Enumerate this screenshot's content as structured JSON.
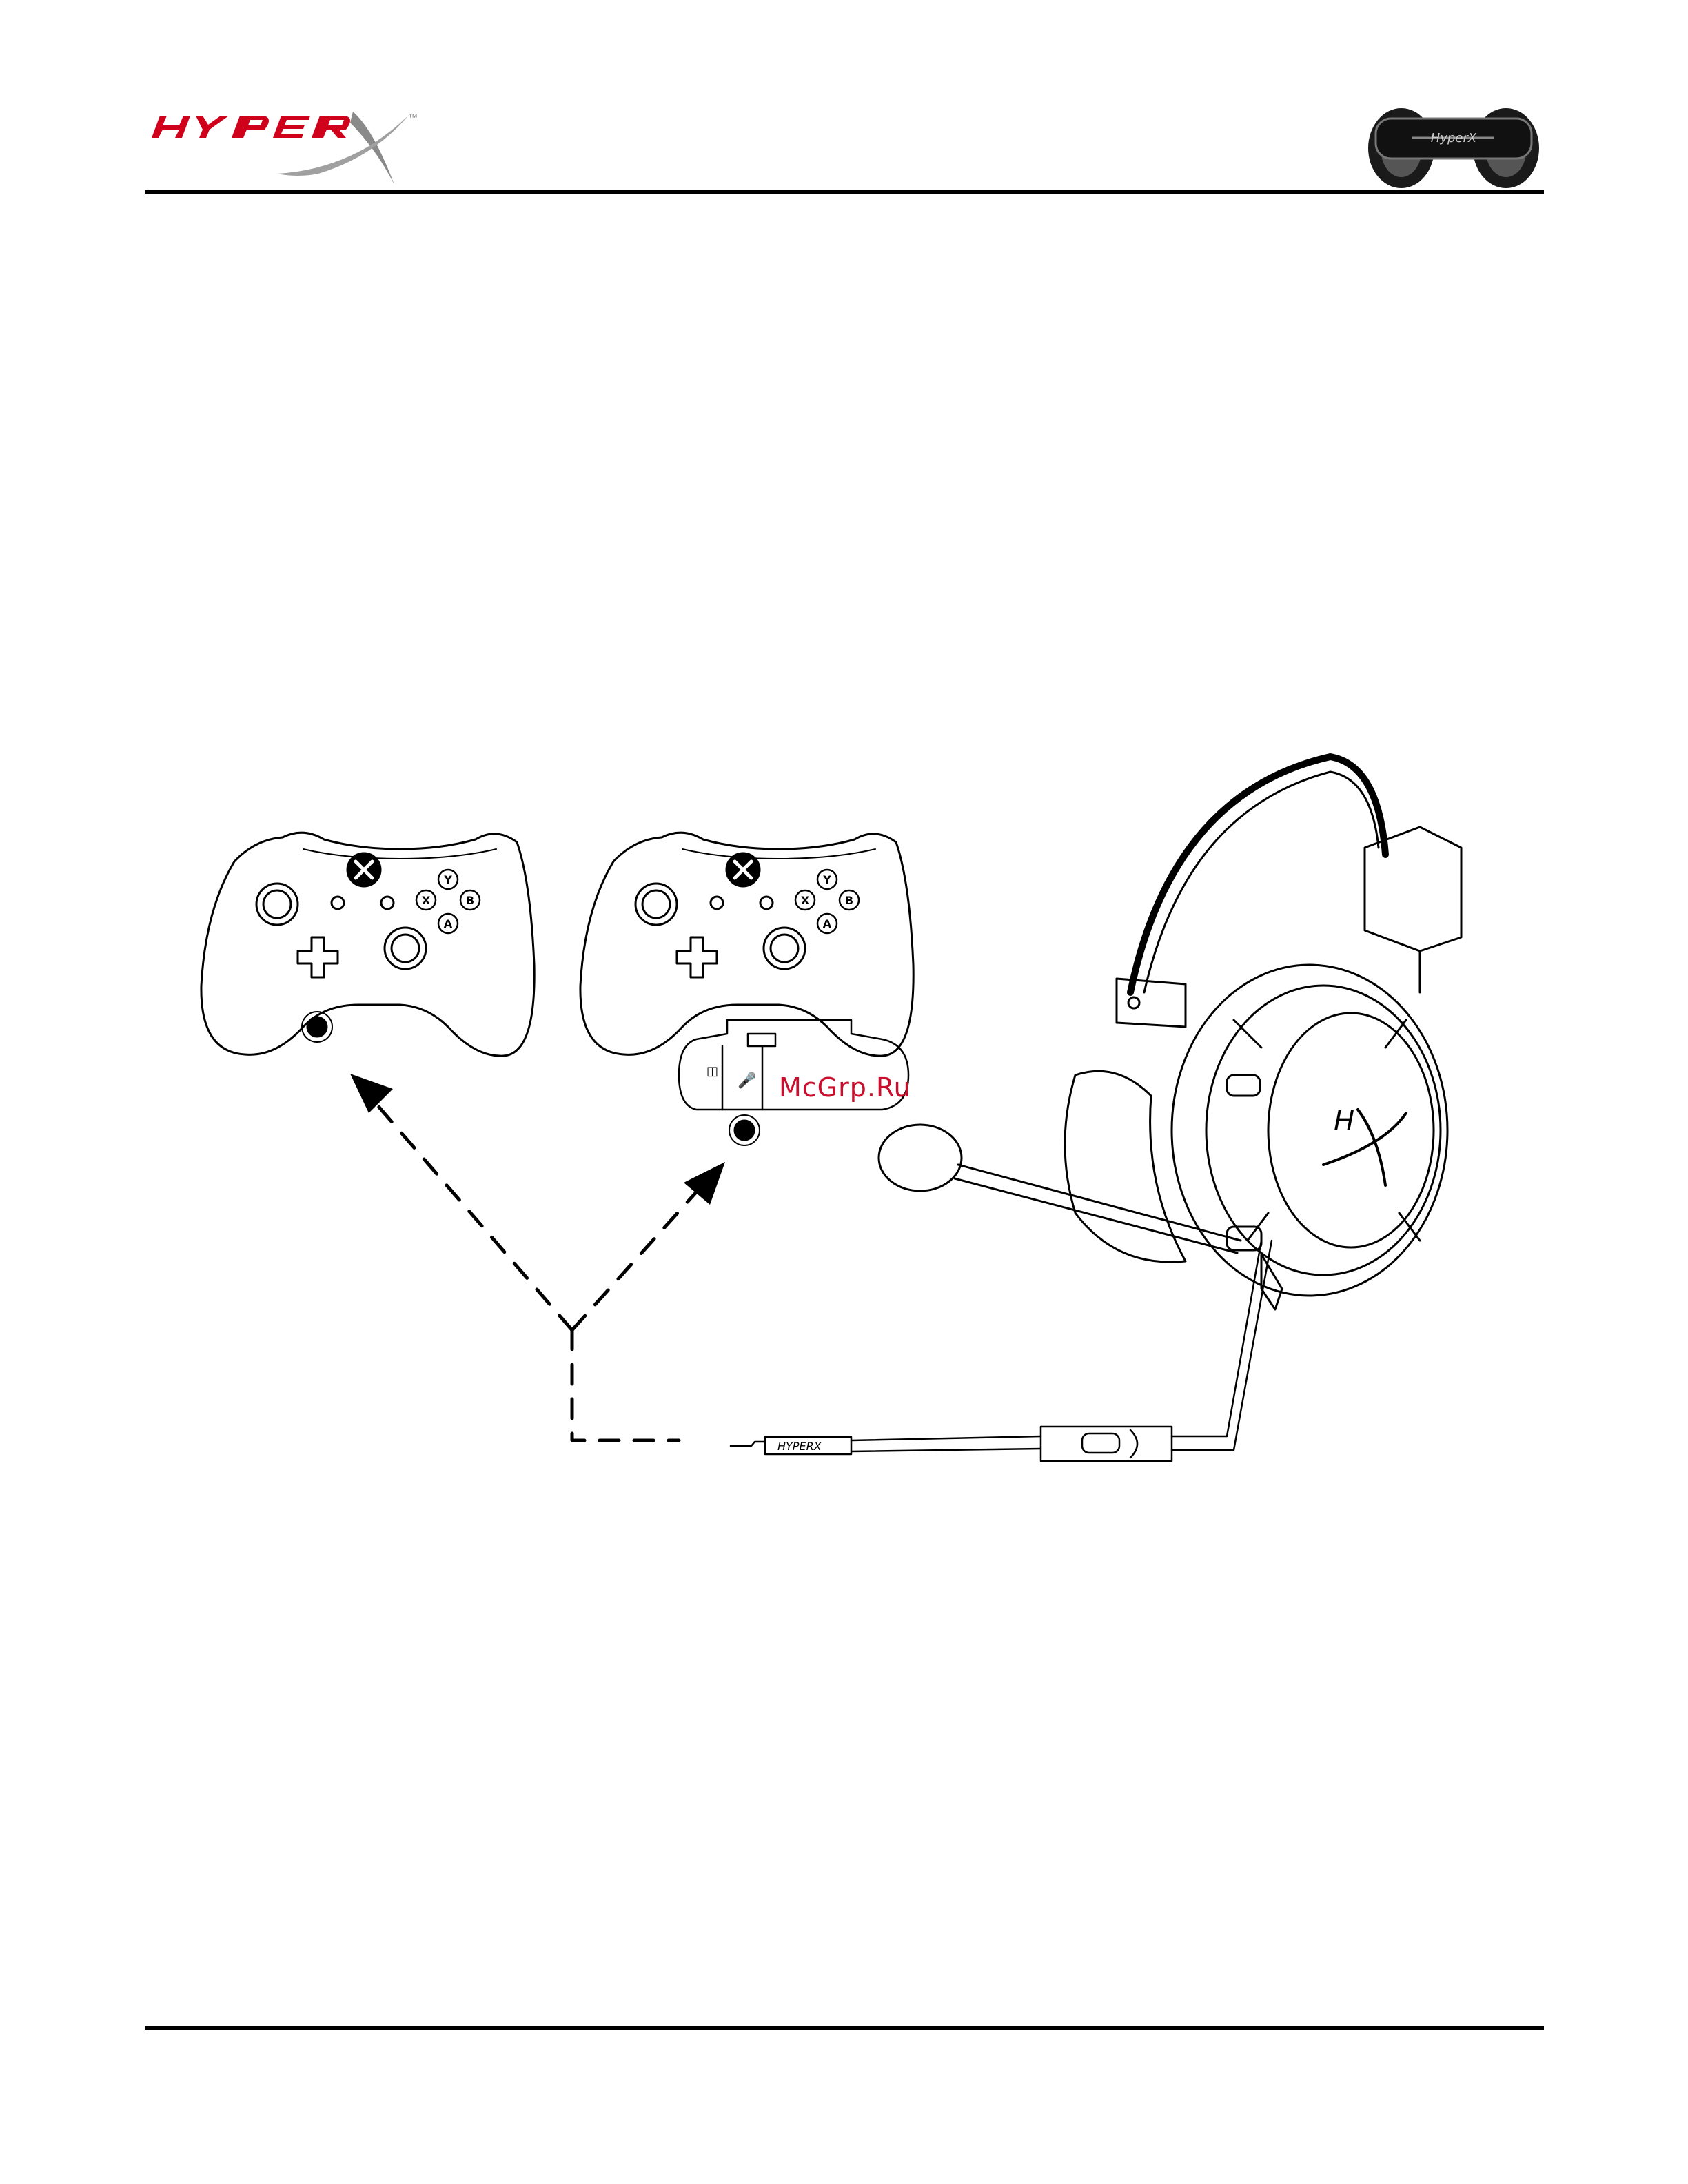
{
  "header": {
    "brand_logo": {
      "text": "HYPERX",
      "trademark": "™",
      "color": "#d0021b"
    },
    "product_thumbnail": {
      "icon": "headset-icon"
    }
  },
  "diagram": {
    "controllers": [
      {
        "id": "controller-direct",
        "buttons": [
          "Y",
          "X",
          "B",
          "A"
        ],
        "port": "3.5mm jack"
      },
      {
        "id": "controller-adapter",
        "buttons": [
          "Y",
          "X",
          "B",
          "A"
        ],
        "port": "stereo headset adapter jack"
      }
    ],
    "headset": {
      "earcup_logo": "HX",
      "cable_plug_logo": "HYPERX"
    },
    "arrows": {
      "style": "dashed",
      "count": 2
    }
  },
  "watermark": {
    "text": "McGrp.Ru",
    "color": "#c8102e"
  },
  "colors": {
    "line": "#000000",
    "background": "#ffffff",
    "brand_red": "#d0021b"
  }
}
